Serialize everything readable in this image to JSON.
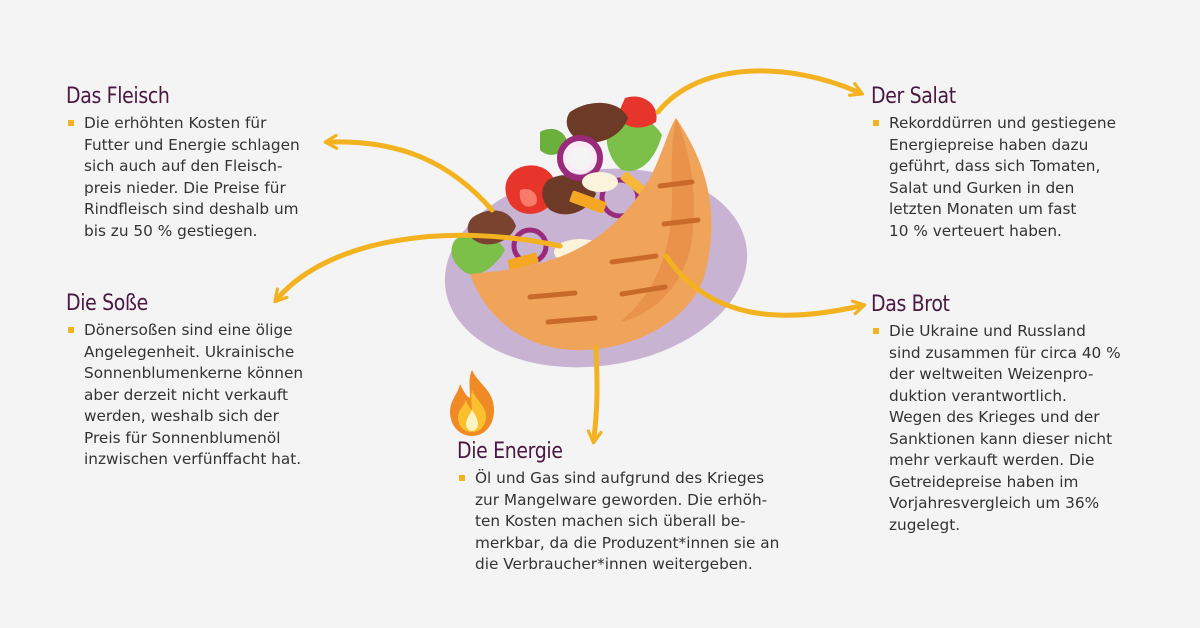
{
  "colors": {
    "background": "#f4f4f4",
    "heading": "#4a1840",
    "text": "#333333",
    "accent": "#f3b21f",
    "plate": "#c8b3d3",
    "bread": "#f0a45a"
  },
  "icons": [
    "fire-icon",
    "doner-icon"
  ],
  "fleisch": {
    "title": "Das Fleisch",
    "text": "Die erhöhten Kosten für\nFutter und Energie schlagen\nsich auch auf den Fleisch-\npreis nieder. Die Preise für\nRindfleisch sind deshalb um\nbis zu 50 % gestiegen."
  },
  "sosse": {
    "title": "Die Soße",
    "text": "Dönersoßen sind eine ölige\nAngelegenheit. Ukrainische\nSonnenblumenkerne können\naber derzeit nicht verkauft\nwerden, weshalb sich der\nPreis für Sonnenblumenöl\ninzwischen verfünffacht hat."
  },
  "salat": {
    "title": "Der Salat",
    "text": "Rekorddürren und gestiegene\nEnergiepreise haben dazu\ngeführt, dass sich Tomaten,\nSalat und Gurken in den\nletzten Monaten um fast\n10 % verteuert haben."
  },
  "brot": {
    "title": "Das Brot",
    "text": "Die Ukraine und Russland\nsind zusammen für circa 40 %\nder weltweiten Weizenpro-\nduktion verantwortlich.\nWegen des Krieges und der\nSanktionen kann dieser nicht\nmehr verkauft werden. Die\nGetreidepreise haben im\nVorjahresvergleich um 36%\nzugelegt."
  },
  "energie": {
    "title": "Die Energie",
    "text": "Öl und Gas sind aufgrund des Krieges\nzur Mangelware geworden. Die erhöh-\nten Kosten machen sich überall be-\nmerkbar, da die Produzent*innen sie an\ndie Verbraucher*innen weitergeben."
  }
}
